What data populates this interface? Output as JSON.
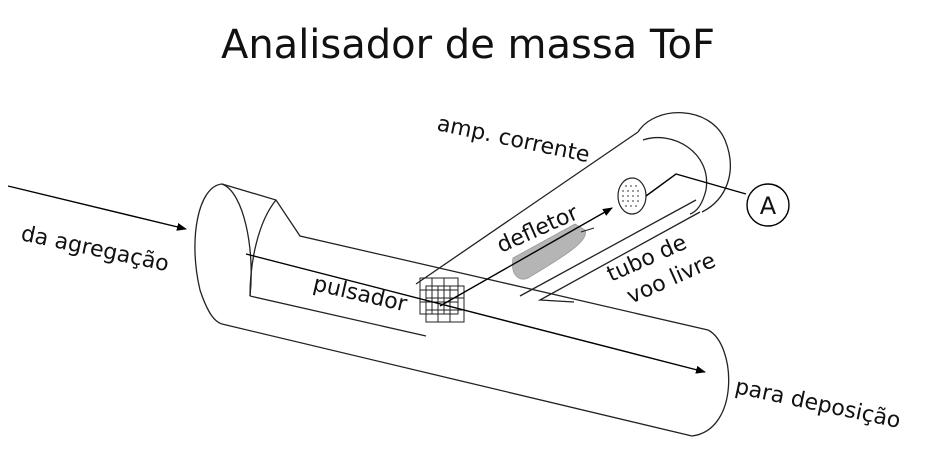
{
  "diagram": {
    "title": "Analisador de massa ToF",
    "labels": {
      "source": "da agregação",
      "pulser": "pulsador",
      "deflector": "defletor",
      "current_amp": "amp. corrente",
      "flight_tube_line1": "tubo de",
      "flight_tube_line2": "voo livre",
      "deposition": "para deposição",
      "ammeter": "A"
    },
    "colors": {
      "line": "#222222",
      "deflector_fill": "#b5b5b5"
    }
  }
}
